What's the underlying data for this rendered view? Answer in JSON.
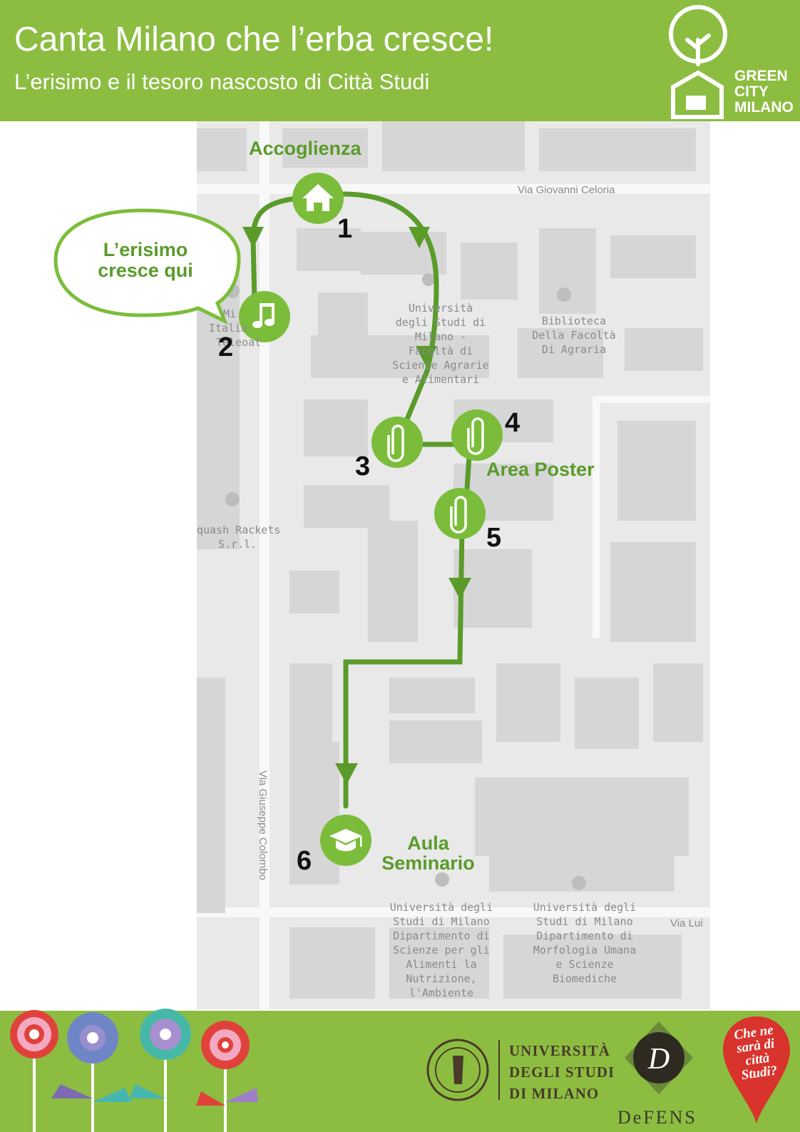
{
  "header": {
    "title": "Canta Milano che l’erba cresce!",
    "subtitle": "L’erisimo e il tesoro nascosto di Città Studi",
    "logo_text": [
      "GREEN",
      "CITY",
      "MILANO"
    ]
  },
  "colors": {
    "brand_green": "#8cbd41",
    "route_green": "#5a9b2a",
    "marker_green": "#7bbd3a",
    "map_bg": "#e9e9e9",
    "building": "#d6d6d6"
  },
  "map": {
    "streets": [
      "Via Giovanni Celoria",
      "Via Giuseppe Colombo",
      "Via Lui"
    ],
    "places": [
      {
        "name": "Università degli Studi di Milano - Facoltà di Scienze Agrarie e Alimentari",
        "lines": [
          "Università",
          "degli Studi di",
          "Milano -",
          "Facoltà di",
          "Scienze Agrarie",
          "e Alimentari"
        ],
        "icon": "pin-icon"
      },
      {
        "name": "Biblioteca Della Facoltà Di Agraria",
        "lines": [
          "Biblioteca",
          "Della Facoltà",
          "Di Agraria"
        ],
        "icon": "library-icon"
      },
      {
        "name": "Squash Rackets S.r.l.",
        "lines": [
          "quash Rackets",
          "S.r.l."
        ],
        "icon": "fitness-icon"
      },
      {
        "name": "Università degli Studi di Milano Dipartimento di Scienze per gli Alimenti la Nutrizione, l'Ambiente",
        "lines": [
          "Università degli",
          "Studi di Milano",
          "Dipartimento di",
          "Scienze per gli",
          "Alimenti la",
          "Nutrizione,",
          "l'Ambiente"
        ],
        "icon": "school-icon"
      },
      {
        "name": "Università degli Studi di Milano Dipartimento di Morfologia Umana e Scienze Biomediche",
        "lines": [
          "Università degli",
          "Studi di Milano",
          "Dipartimento di",
          "Morfologia Umana",
          "e Scienze",
          "Biomediche"
        ],
        "icon": "school-icon"
      },
      {
        "name": "Italia Teleoat",
        "lines": [
          "Mi",
          "Italia",
          "Teleoat"
        ],
        "icon": "pin-icon"
      }
    ]
  },
  "stops": [
    {
      "number": "1",
      "icon": "home-icon",
      "label": "Accoglienza"
    },
    {
      "number": "2",
      "icon": "music-note-icon",
      "label": ""
    },
    {
      "number": "3",
      "icon": "paperclip-icon",
      "label": ""
    },
    {
      "number": "4",
      "icon": "paperclip-icon",
      "label": ""
    },
    {
      "number": "5",
      "icon": "paperclip-icon",
      "label": ""
    },
    {
      "number": "6",
      "icon": "graduation-cap-icon",
      "label": "Aula Seminario"
    }
  ],
  "area_label": "Area Poster",
  "bubble": {
    "text": "L’erisimo cresce qui"
  },
  "footer": {
    "unimi_lines": [
      "UNIVERSITÀ",
      "DEGLI STUDI",
      "DI MILANO"
    ],
    "defens": "DeFENS",
    "chene_lines": [
      "Che ne",
      "sarà di",
      "città",
      "Studi?"
    ]
  }
}
